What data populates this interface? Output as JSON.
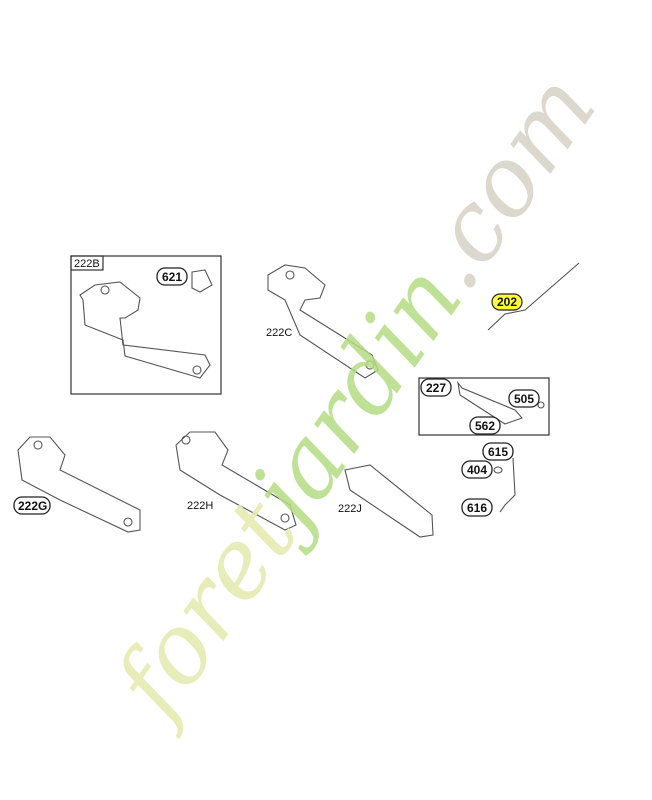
{
  "diagram": {
    "boxed_groups": [
      {
        "id": "222B",
        "callouts": [
          "621"
        ]
      },
      {
        "id": "227",
        "callouts": [
          "505",
          "562"
        ]
      }
    ],
    "parts": [
      "222B",
      "621",
      "222C",
      "202",
      "227",
      "505",
      "562",
      "615",
      "404",
      "616",
      "222G",
      "222H",
      "222J"
    ],
    "highlighted_part": "202",
    "highlight_color": "#ffff33"
  },
  "watermark": {
    "part1": "foret",
    "part2": "jardin",
    "part3": ".com",
    "colors": {
      "part1": "#e6eab0",
      "part2": "#b4dc82",
      "part3": "#d8d4c8"
    }
  }
}
